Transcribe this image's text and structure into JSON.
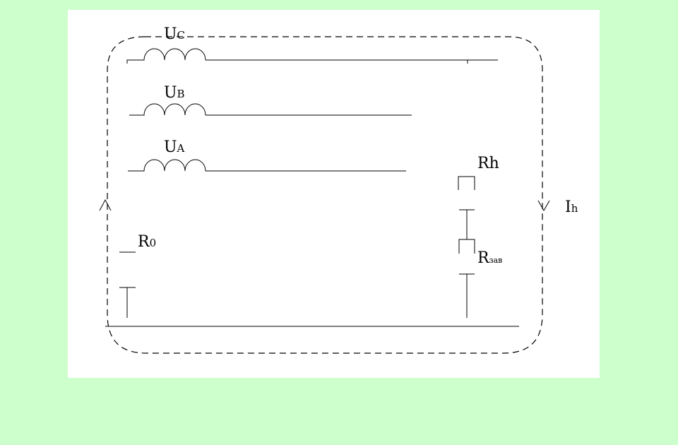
{
  "labels": {
    "uc_main": "U",
    "uc_sub": "C",
    "ub_main": "U",
    "ub_sub": "B",
    "ua_main": "U",
    "ua_sub": "A",
    "rh_main": "R",
    "rh_sub": "h",
    "r0_main": "R",
    "r0_sub": "0",
    "rzaz_main": "R",
    "rzaz_sub": "зав",
    "ih_main": "I",
    "ih_sub": "h"
  }
}
